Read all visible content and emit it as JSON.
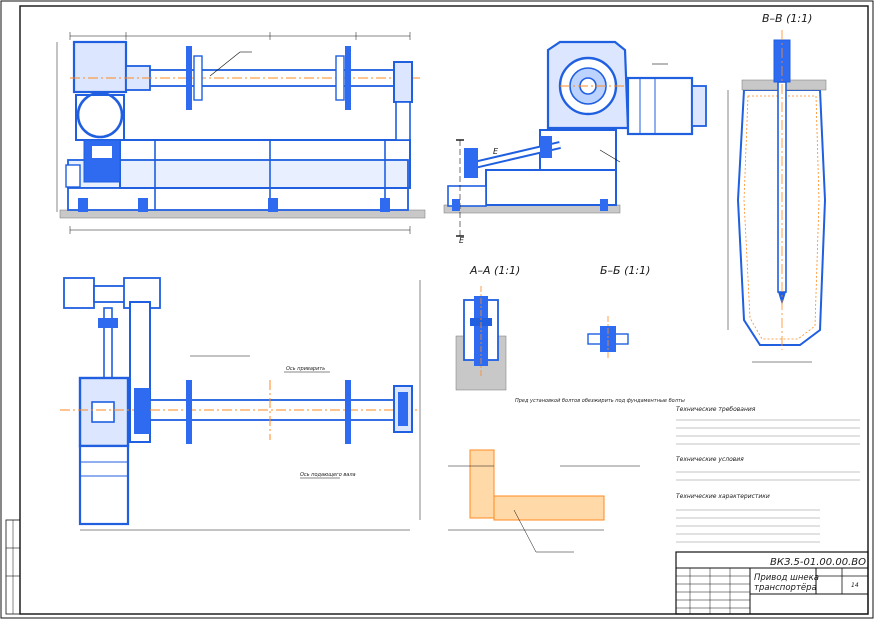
{
  "drawing": {
    "code": "ВКЗ.5-01.00.00.ВО",
    "title_line1": "Привод шнека",
    "title_line2": "транспортёра",
    "sheet_label": "14"
  },
  "sections": {
    "bb": "В–В (1:1)",
    "aa": "А–А (1:1)",
    "bb2": "Б–Б (1:1)"
  },
  "view_marks": {
    "e": "Е"
  },
  "notes": {
    "tech_title": "Технические требования",
    "char_title": "Технические характеристики",
    "install_title": "Технические условия",
    "callout_weld": "Ось приварить",
    "callout_shaft": "Ось подающего вала",
    "callout_bolts": "Пред установкой болтов обезжирить под фундаментные болты"
  },
  "colors": {
    "line": "#1f5fe0",
    "fill": "#2f6bf0",
    "light": "#bcd2ff",
    "axis": "#ff8a1f",
    "ground": "#9a9a9a",
    "ink": "#111111"
  }
}
